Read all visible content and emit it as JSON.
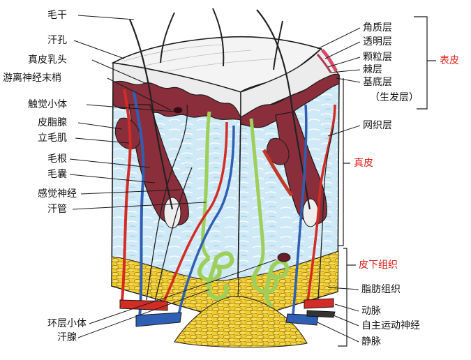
{
  "left_labels": [
    {
      "key": "hair_shaft",
      "text": "毛干"
    },
    {
      "key": "sweat_pore",
      "text": "汗孔"
    },
    {
      "key": "dermal_papilla",
      "text": "真皮乳头"
    },
    {
      "key": "free_nerve_endings",
      "text": "游离神经末梢"
    },
    {
      "key": "tactile_corpuscle",
      "text": "触觉小体"
    },
    {
      "key": "sebaceous_gland",
      "text": "皮脂腺"
    },
    {
      "key": "arrector_pili",
      "text": "立毛肌"
    },
    {
      "key": "hair_root",
      "text": "毛根"
    },
    {
      "key": "hair_follicle",
      "text": "毛囊"
    },
    {
      "key": "sensory_nerve",
      "text": "感觉神经"
    },
    {
      "key": "sweat_duct",
      "text": "汗管"
    },
    {
      "key": "lamellar_corpuscle",
      "text": "环层小体"
    },
    {
      "key": "sweat_gland",
      "text": "汗腺"
    }
  ],
  "right_labels": [
    {
      "key": "stratum_corneum",
      "text": "角质层"
    },
    {
      "key": "stratum_lucidum",
      "text": "透明层"
    },
    {
      "key": "stratum_granulosum",
      "text": "颗粒层"
    },
    {
      "key": "stratum_spinosum",
      "text": "棘层"
    },
    {
      "key": "stratum_basale",
      "text": "基底层"
    },
    {
      "key": "germinative_layer",
      "text": "（生发层）"
    },
    {
      "key": "reticular_layer",
      "text": "网织层"
    },
    {
      "key": "adipose_tissue",
      "text": "脂肪组织"
    },
    {
      "key": "artery",
      "text": "动脉"
    },
    {
      "key": "autonomic_motor_nerve",
      "text": "自主运动神经"
    },
    {
      "key": "vein",
      "text": "静脉"
    }
  ],
  "region_labels": {
    "epidermis": "表皮",
    "dermis": "真皮",
    "hypodermis": "皮下组织"
  },
  "colors": {
    "region_label": "#e0201a",
    "dermis_fill": "#cfe9f6",
    "papillary_layer": "#8a2e3b",
    "fat": "#f2cc2e",
    "artery": "#d42b24",
    "vein": "#2f5fb4",
    "sweat_gland": "#9ecf5a"
  }
}
